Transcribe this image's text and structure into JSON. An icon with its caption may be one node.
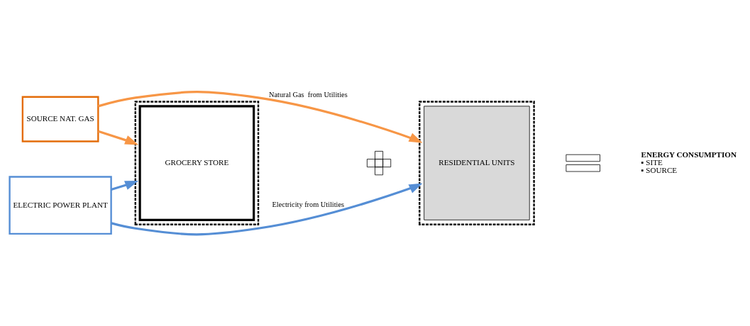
{
  "diagram": {
    "nodes": [
      {
        "text": [
          "SOURCE NAT. GAS"
        ]
      },
      {
        "text": [
          "ELECTRIC POWER PLANT"
        ]
      },
      {
        "text": [],
        "shape": "box"
      },
      {
        "text": [
          "GROCERY STORE"
        ],
        "in": 2
      },
      {
        "text": [],
        "shape": "cross"
      },
      {
        "text": [],
        "shape": "box"
      },
      {
        "text": [
          "RESIDENTIAL UNITS"
        ],
        "in": 5
      },
      {
        "text": [],
        "shape": "equals"
      },
      {
        "text": [
          "ENERGY CONSUMPTION",
          "▪ SITE",
          "▪ SOURCE"
        ]
      }
    ],
    "edges": [
      {
        "from": 1,
        "to": 2,
        "arrow": "to",
        "color": "#558ed5"
      },
      {
        "from": 0,
        "to": 2,
        "arrow": "to",
        "color": "#f79646"
      },
      {
        "from": 1,
        "to": 5,
        "arrow": "to",
        "color": "#558ed5",
        "label": "Electricity from Utilities"
      },
      {
        "from": 0,
        "to": 5,
        "arrow": "to",
        "color": "#f79646",
        "label": "Natural Gas  from Utilities"
      }
    ]
  }
}
